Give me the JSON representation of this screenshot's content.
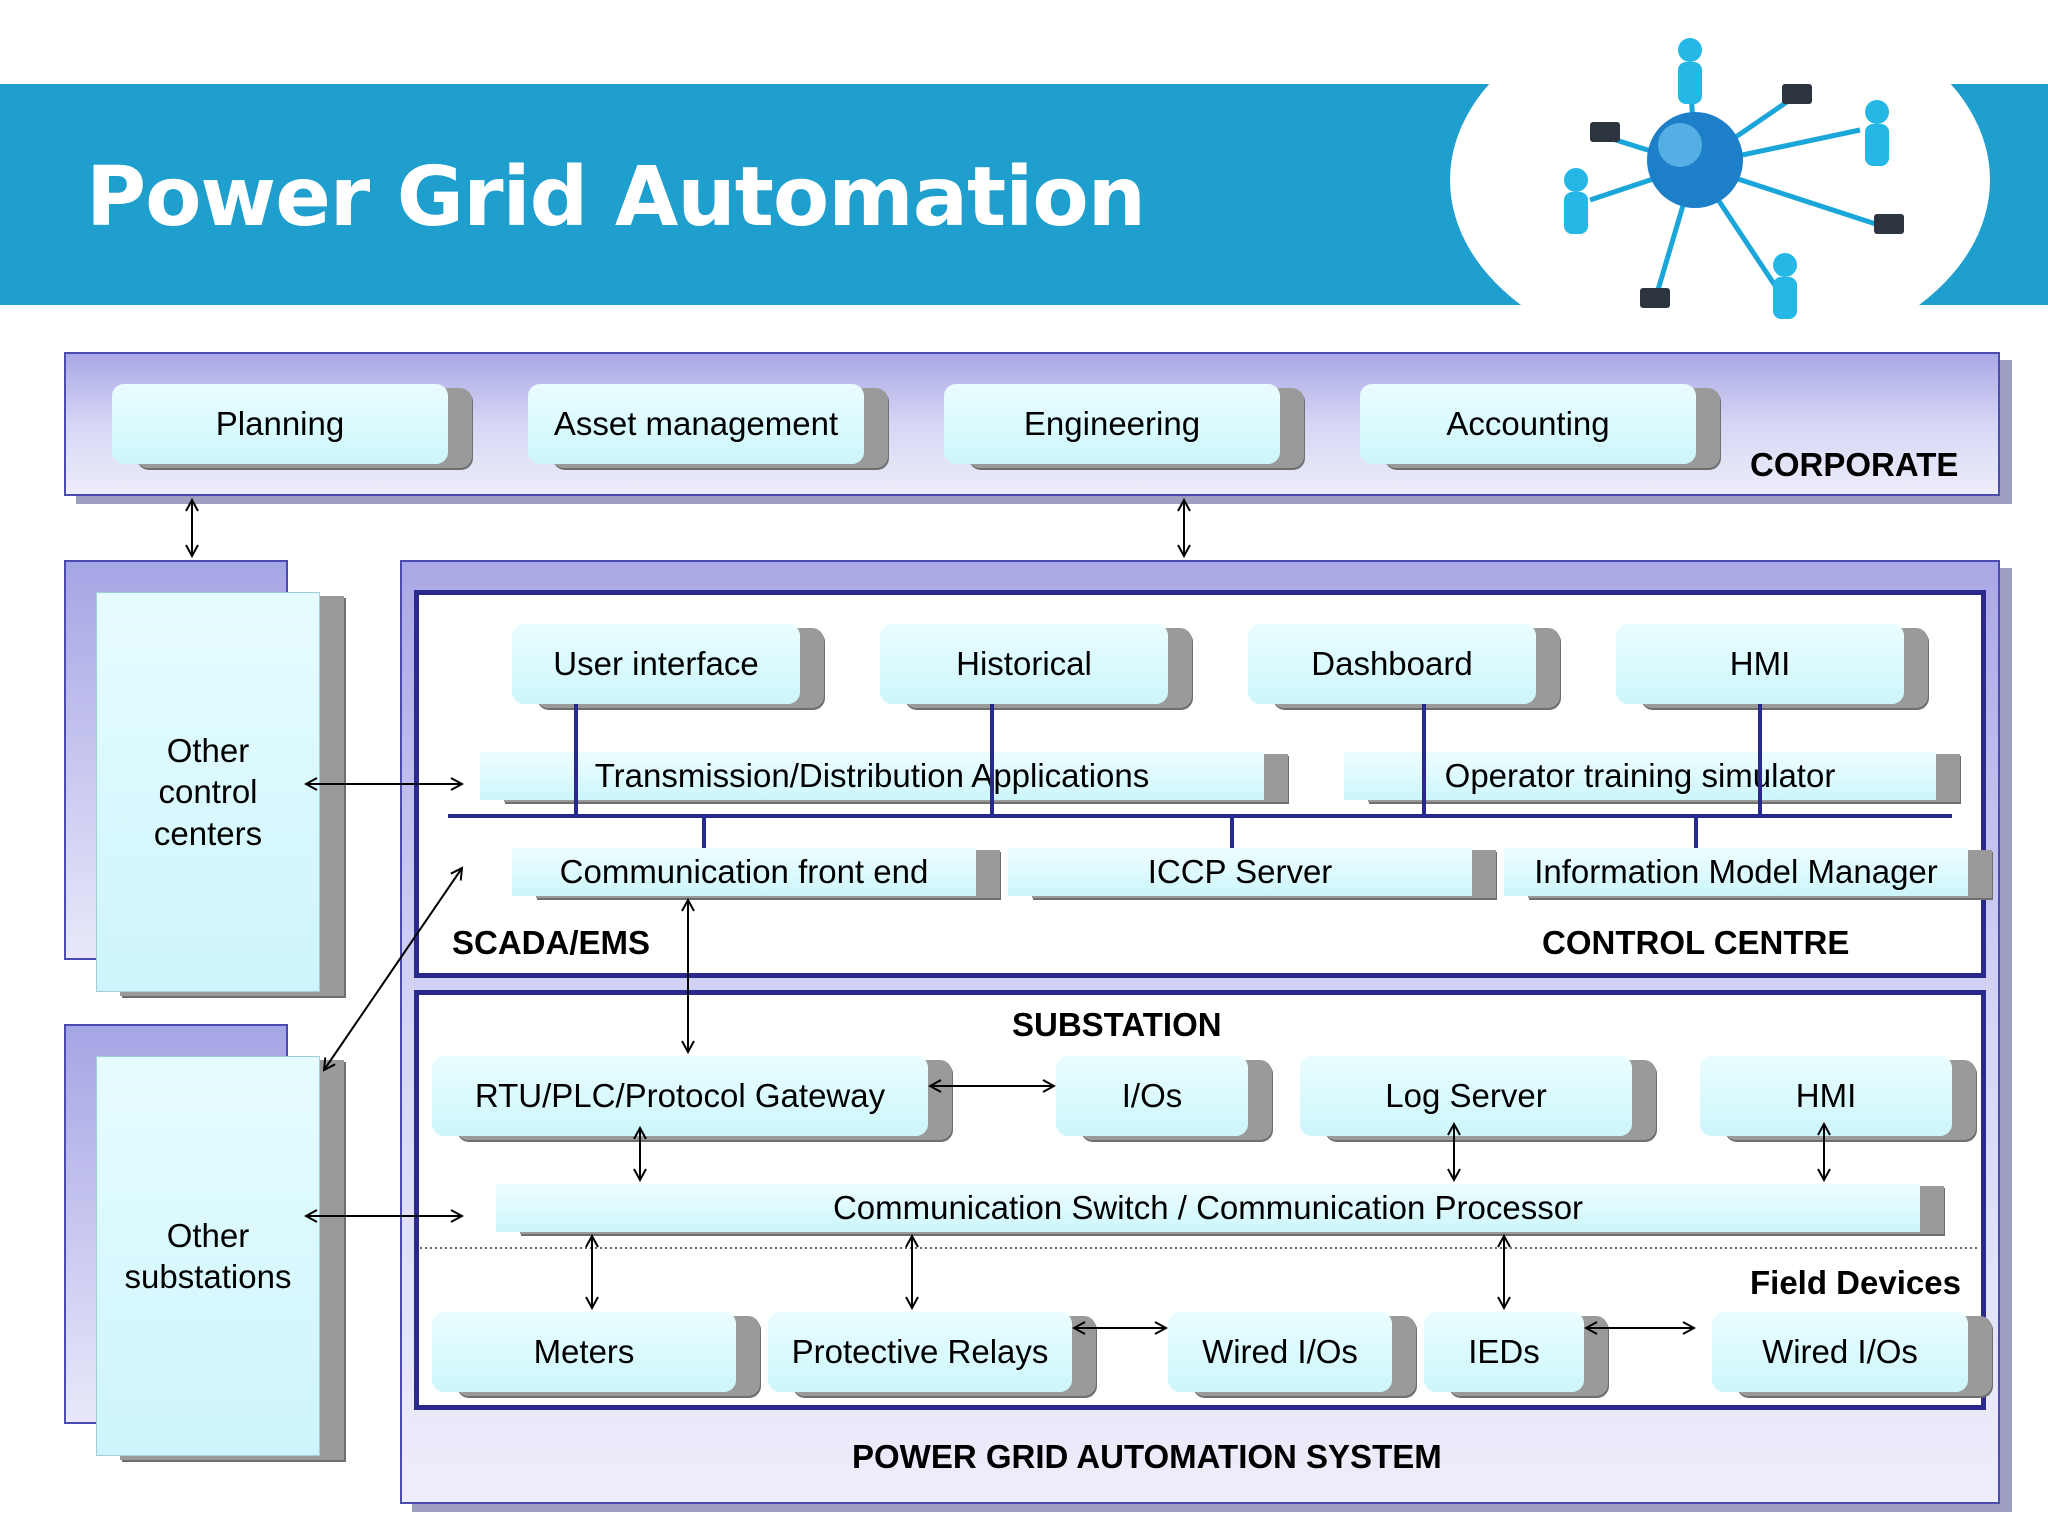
{
  "header": {
    "title": "Power Grid Automation",
    "illustration_icon": "globe-network-icon"
  },
  "corporate": {
    "label": "CORPORATE",
    "items": [
      "Planning",
      "Asset management",
      "Engineering",
      "Accounting"
    ]
  },
  "side": {
    "control_centers": "Other control centers",
    "substations": "Other substations"
  },
  "control_centre": {
    "label_left": "SCADA/EMS",
    "label_right": "CONTROL CENTRE",
    "top_items": [
      "User interface",
      "Historical",
      "Dashboard",
      "HMI"
    ],
    "apps": [
      "Transmission/Distribution Applications",
      "Operator training simulator"
    ],
    "servers": [
      "Communication front end",
      "ICCP Server",
      "Information Model Manager"
    ]
  },
  "substation": {
    "label": "SUBSTATION",
    "items": [
      "RTU/PLC/Protocol Gateway",
      "I/Os",
      "Log Server",
      "HMI"
    ],
    "switch": "Communication Switch / Communication Processor",
    "field_label": "Field Devices",
    "field_items": [
      "Meters",
      "Protective Relays",
      "Wired I/Os",
      "IEDs",
      "Wired I/Os"
    ]
  },
  "system_label": "POWER GRID AUTOMATION SYSTEM",
  "colors": {
    "banner": "#1f9fcd",
    "panel_border": "#2a2a8c",
    "box_fill": "#d6f8fc"
  }
}
